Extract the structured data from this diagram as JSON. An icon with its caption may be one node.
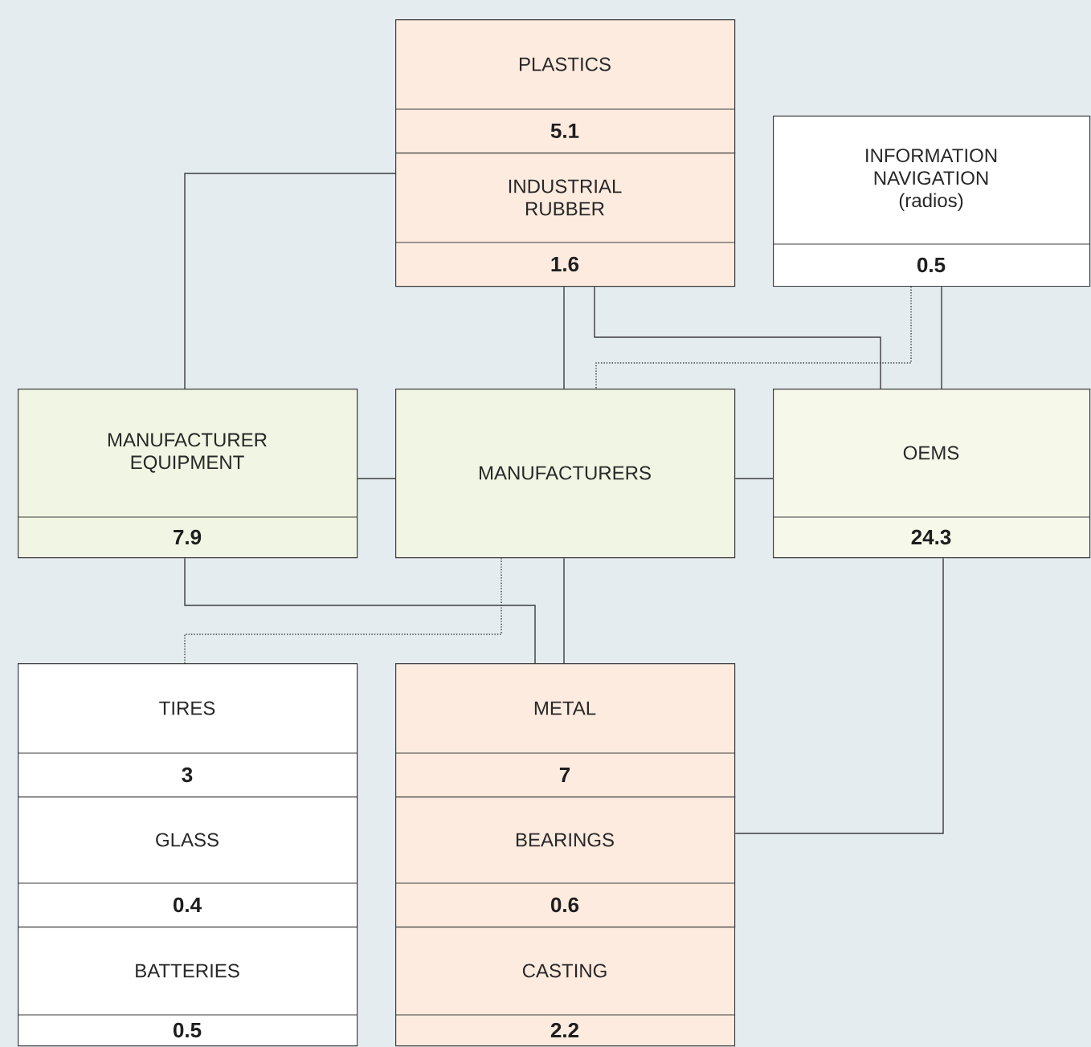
{
  "diagram": {
    "nodes": [
      {
        "text": [
          "PLASTICS",
          "5.1"
        ]
      },
      {
        "text": [
          "INDUSTRIAL RUBBER",
          "1.6"
        ]
      },
      {
        "text": [
          "INFORMATION NAVIGATION (radios)",
          "0.5"
        ]
      },
      {
        "text": [
          "MANUFACTURER EQUIPMENT",
          "7.9"
        ]
      },
      {
        "text": [
          "MANUFACTURERS"
        ]
      },
      {
        "text": [
          "OEMS",
          "24.3"
        ]
      },
      {
        "text": [
          "TIRES",
          "3"
        ]
      },
      {
        "text": [
          "METAL",
          "7"
        ]
      },
      {
        "text": [
          "GLASS",
          "0.4"
        ]
      },
      {
        "text": [
          "BEARINGS",
          "0.6"
        ]
      },
      {
        "text": [
          "BATTERIES",
          "0.5"
        ]
      },
      {
        "text": [
          "CASTING",
          "2.2"
        ]
      }
    ],
    "edges": [
      {
        "from": 1,
        "to": 3,
        "arrow": "none"
      },
      {
        "from": 1,
        "to": 4,
        "arrow": "none"
      },
      {
        "from": 1,
        "to": 5,
        "arrow": "none"
      },
      {
        "from": 2,
        "to": 5,
        "arrow": "none"
      },
      {
        "from": 2,
        "to": 4,
        "arrow": "none",
        "style": "dashed"
      },
      {
        "from": 3,
        "to": 4,
        "arrow": "none"
      },
      {
        "from": 4,
        "to": 5,
        "arrow": "none"
      },
      {
        "from": 3,
        "to": 7,
        "arrow": "none"
      },
      {
        "from": 4,
        "to": 7,
        "arrow": "none"
      },
      {
        "from": 4,
        "to": 6,
        "arrow": "none",
        "style": "dashed"
      },
      {
        "from": 5,
        "to": 9,
        "arrow": "none"
      }
    ]
  }
}
